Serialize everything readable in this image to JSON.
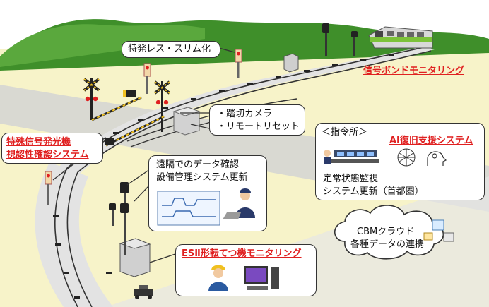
{
  "labels": {
    "tokuhatsu_less": "特発レス・スリム化",
    "signal_bond": "信号ボンドモニタリング",
    "crossing_camera": "・踏切カメラ",
    "remote_reset": "・リモートリセット",
    "special_signal_line1": "特殊信号発光機",
    "special_signal_line2": "視認性確認システム",
    "remote_data_line1": "遠隔でのデータ確認",
    "remote_data_line2": "設備管理システム更新",
    "command_center": "＜指令所＞",
    "ai_recovery": "AI復旧支援システム",
    "steady_monitor_line1": "定常状態監視",
    "steady_monitor_line2": "システム更新（首都圏）",
    "cbm_line1": "CBMクラウド",
    "cbm_line2": "各種データの連携",
    "es2_monitoring": "ESⅡ形転てつ機モニタリング"
  },
  "colors": {
    "highlight_red": "#e02020",
    "train_green": "#7cc23a",
    "hill_green": "#3f8f2a",
    "ground_yellow": "#f7f3c9",
    "road_gray": "#d4d4d4",
    "track_dark": "#333333"
  },
  "icons": {
    "train": "train-icon",
    "crossing": "railroad-crossing-icon",
    "operator": "operator-icon",
    "network": "network-icon",
    "cloud": "cloud-icon",
    "worker": "worker-icon",
    "computer": "computer-icon"
  }
}
